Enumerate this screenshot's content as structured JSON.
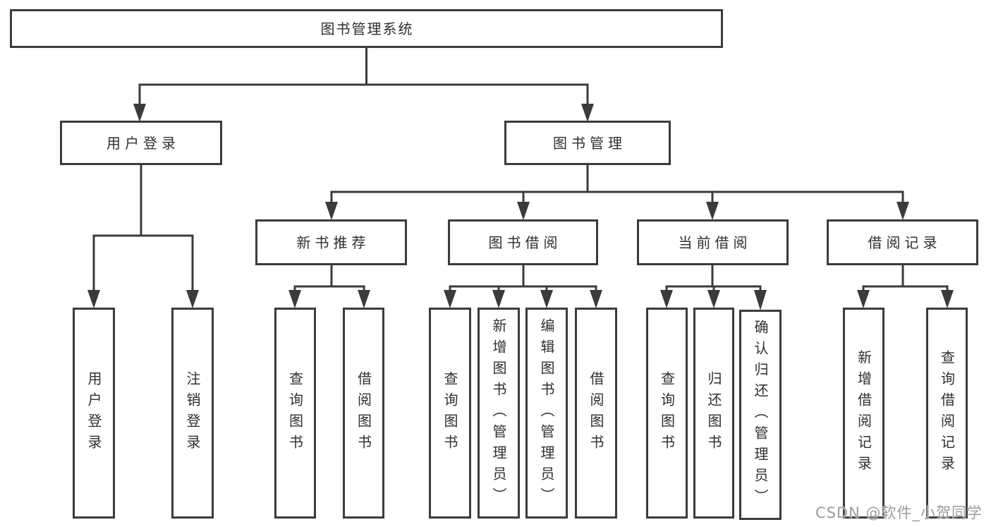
{
  "diagram": {
    "root": {
      "label": "图书管理系统"
    },
    "branches": [
      {
        "label": "用户登录",
        "children": [
          {
            "label": "用户登录"
          },
          {
            "label": "注销登录"
          }
        ]
      },
      {
        "label": "图书管理",
        "children": [
          {
            "label": "新书推荐",
            "children": [
              {
                "label": "查询图书"
              },
              {
                "label": "借阅图书"
              }
            ]
          },
          {
            "label": "图书借阅",
            "children": [
              {
                "label": "查询图书"
              },
              {
                "label": "新增图书（管理员）"
              },
              {
                "label": "编辑图书（管理员）"
              },
              {
                "label": "借阅图书"
              }
            ]
          },
          {
            "label": "当前借阅",
            "children": [
              {
                "label": "查询图书"
              },
              {
                "label": "归还图书"
              },
              {
                "label": "确认归还（管理员）"
              }
            ]
          },
          {
            "label": "借阅记录",
            "children": [
              {
                "label": "新增借阅记录"
              },
              {
                "label": "查询借阅记录"
              }
            ]
          }
        ]
      }
    ]
  },
  "watermark": {
    "text": "CSDN @软件_小贺同学"
  },
  "colors": {
    "line": "#3b3b3b",
    "text": "#2f2f2f",
    "background": "#ffffff",
    "watermark": "#9c9c9c"
  }
}
